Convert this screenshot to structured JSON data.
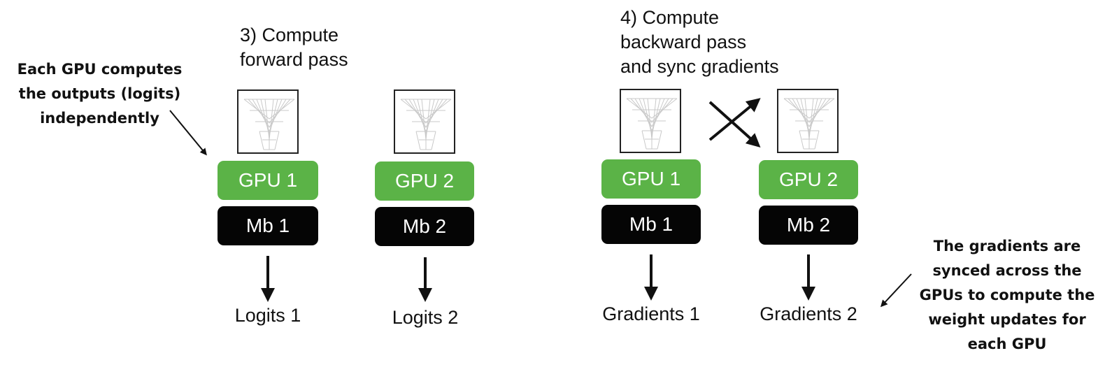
{
  "note_left": "Each GPU computes\nthe outputs (logits)\nindependently",
  "note_right": "The gradients are\nsynced across the\nGPUs to compute the\nweight updates for\neach GPU",
  "step3": {
    "title": "3) Compute\n    forward pass",
    "gpu1": "GPU 1",
    "gpu2": "GPU 2",
    "mb1": "Mb 1",
    "mb2": "Mb 2",
    "out1": "Logits 1",
    "out2": "Logits 2"
  },
  "step4": {
    "title": "4) Compute\n    backward pass\n    and sync gradients",
    "gpu1": "GPU 1",
    "gpu2": "GPU 2",
    "mb1": "Mb 1",
    "mb2": "Mb 2",
    "out1": "Gradients 1",
    "out2": "Gradients 2"
  },
  "colors": {
    "gpu": "#5bb347",
    "microbatch": "#050505",
    "arrow": "#111111"
  },
  "icons": {
    "model": "neural-network-funnel-icon"
  }
}
